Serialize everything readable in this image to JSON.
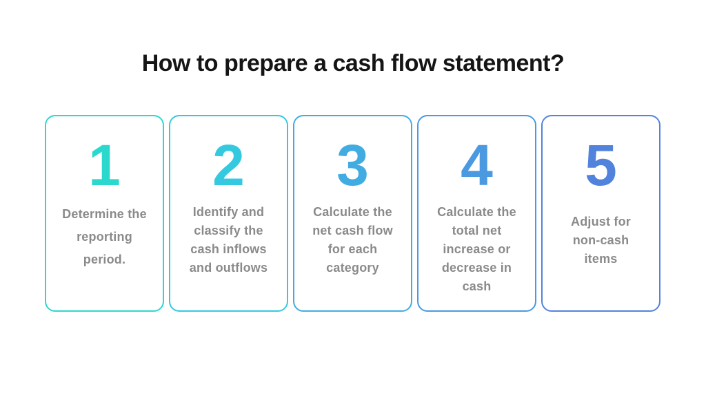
{
  "title": "How to prepare a cash flow statement?",
  "colors": {
    "title_text": "#151515",
    "step_text": "#8a8a8a",
    "background": "#ffffff"
  },
  "steps": [
    {
      "number": "1",
      "color": "#2bd8cd",
      "text": "Determine the reporting period.",
      "lines": [
        "Determine the",
        "reporting",
        "period."
      ]
    },
    {
      "number": "2",
      "color": "#35c9e0",
      "text": "Identify and classify the cash inflows and outflows",
      "lines": [
        "Identify and",
        "classify the",
        "cash inflows",
        "and outflows"
      ]
    },
    {
      "number": "3",
      "color": "#41ace1",
      "text": "Calculate the net cash flow for each category",
      "lines": [
        "Calculate the",
        "net cash flow",
        "for each",
        "category"
      ]
    },
    {
      "number": "4",
      "color": "#4a99e1",
      "text": "Calculate the total net increase or decrease in cash",
      "lines": [
        "Calculate the",
        "total net",
        "increase or",
        "decrease in",
        "cash"
      ]
    },
    {
      "number": "5",
      "color": "#5283dc",
      "text": "Adjust for non-cash items",
      "lines": [
        "Adjust for",
        "non-cash",
        "items"
      ]
    }
  ]
}
